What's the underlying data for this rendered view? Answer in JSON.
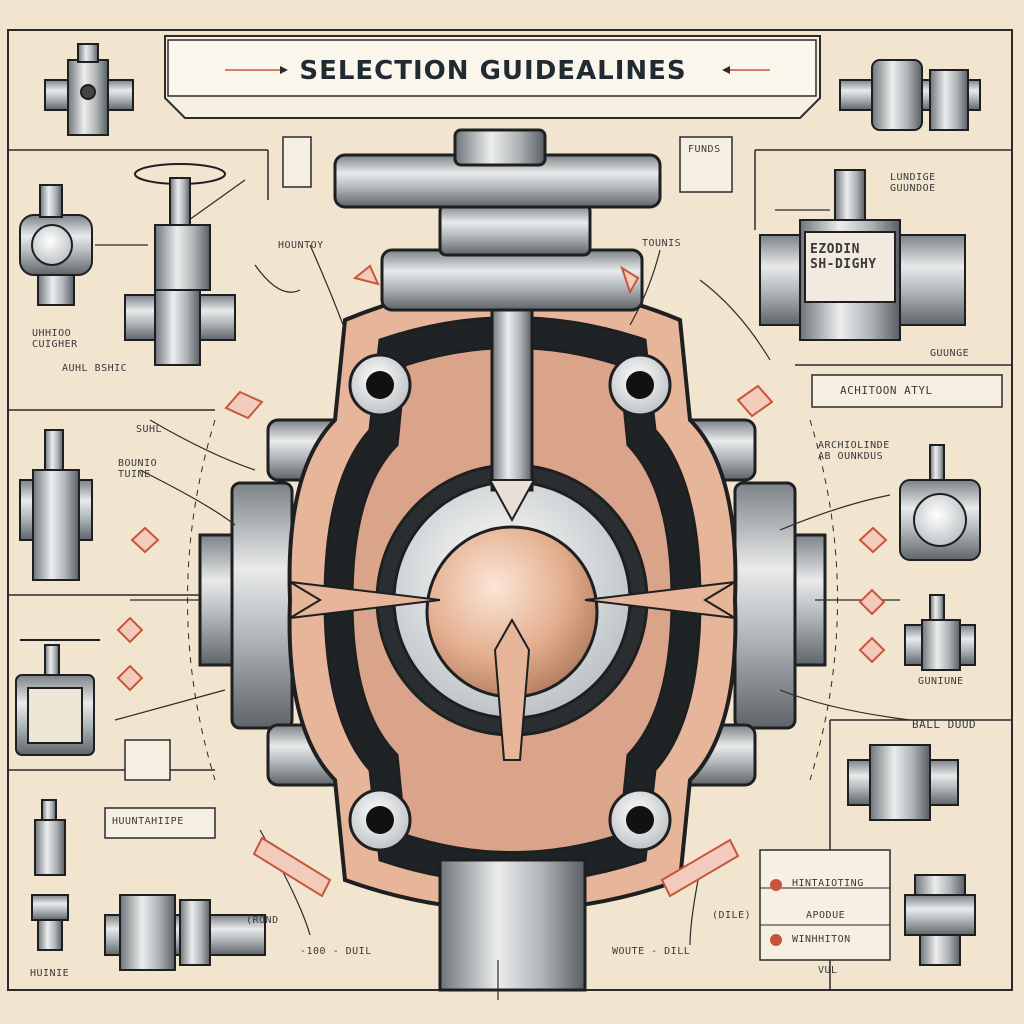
{
  "title": "SELECTION GUIDEALINES",
  "labels": {
    "top_sign": "FUNDS",
    "upper_left": "HOUNTOY",
    "upper_right": "TOUNIS",
    "left_badge_1": "UHHIOO\nCUIGHER",
    "left_caption": "AUHL BSHIC",
    "right_title": "LUNDIGE\nGUUNDOE",
    "right_plate": "EZODIN\nSH-DIGHY",
    "right_foot": "GUUNGE",
    "action_box": "ACHITOON ATYL",
    "right_mid": "ARCHIOLINDE\nAB OUNKDUS",
    "side_left_1": "SUHL",
    "side_left_2": "BOUNIO\nTUINE",
    "right_valve_label": "GUNIUNE",
    "ball_label": "BALL DUUD",
    "bottom_box": "HUUNTAHIIPE",
    "bottom_left_1": "(ROND",
    "bottom_left_2": "-100 - DUIL",
    "bottom_right_1": "WOUTE - DILL",
    "bottom_right_2": "(DILE)",
    "legend_1": "HINTAIOTING",
    "legend_2": "APODUE",
    "legend_3": "WINHHITON",
    "corner_bl": "HUINIE",
    "corner_br": "VUL"
  },
  "colors": {
    "paper": "#f1e5d0",
    "ink": "#1f2a33",
    "accent_red": "#c9553c",
    "metal": "#c9ccce",
    "copper": "#e7b69a"
  }
}
